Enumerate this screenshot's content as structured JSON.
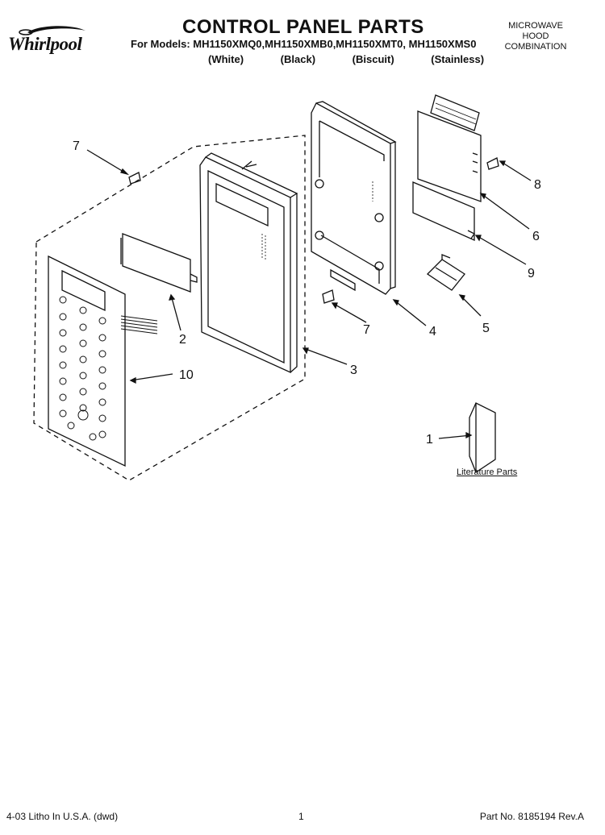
{
  "header": {
    "brand": "Whirlpool",
    "title": "CONTROL PANEL PARTS",
    "models_line": "For Models: MH1150XMQ0,MH1150XMB0,MH1150XMT0, MH1150XMS0",
    "finishes": [
      "(White)",
      "(Black)",
      "(Biscuit)",
      "(Stainless)"
    ],
    "category": [
      "MICROWAVE",
      "HOOD",
      "COMBINATION"
    ]
  },
  "diagram": {
    "callouts": [
      "7",
      "8",
      "6",
      "9",
      "2",
      "7",
      "4",
      "5",
      "3",
      "10",
      "1"
    ],
    "literature_label": "Literature Parts"
  },
  "footer": {
    "left": "4-03 Litho In U.S.A. (dwd)",
    "page": "1",
    "part_no": "Part No. 8185194 Rev.A"
  }
}
